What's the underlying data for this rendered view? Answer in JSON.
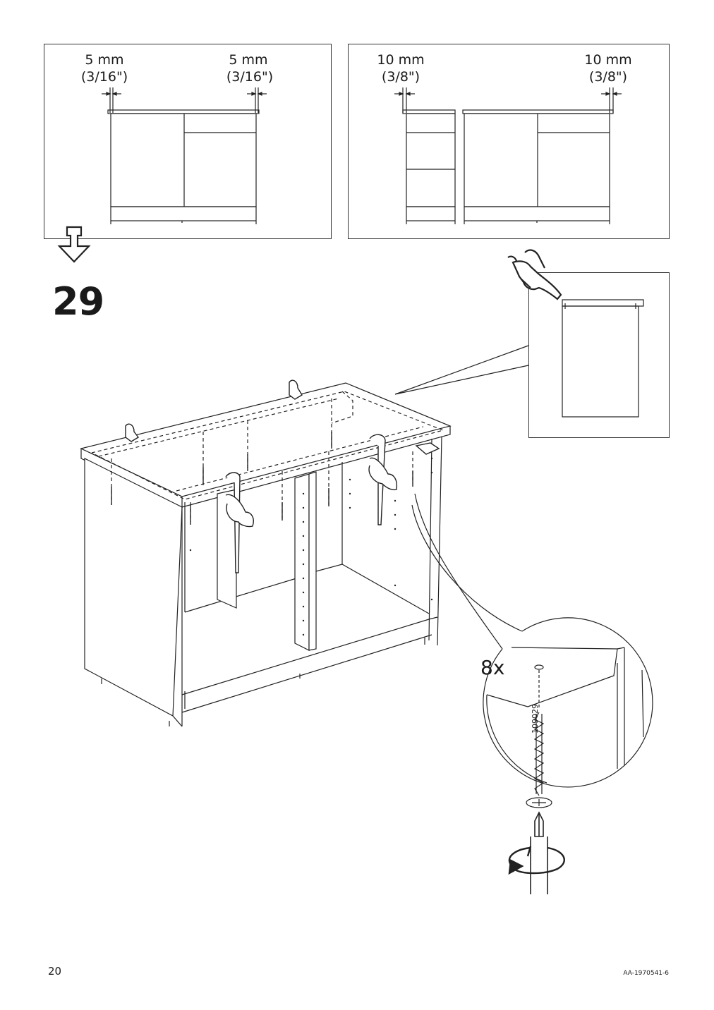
{
  "panel_left": {
    "dim_left_mm": "5 mm",
    "dim_left_in": "(3/16\")",
    "dim_right_mm": "5 mm",
    "dim_right_in": "(3/16\")"
  },
  "panel_right": {
    "dim_left_mm": "10 mm",
    "dim_left_in": "(3/8\")",
    "dim_right_mm": "10 mm",
    "dim_right_in": "(3/8\")"
  },
  "step": {
    "number": "29"
  },
  "detail": {
    "quantity": "8x",
    "part_number": "109029"
  },
  "footer": {
    "page_number": "20",
    "document_id": "AA-1970541-6"
  },
  "icons": [
    "down-arrow-icon",
    "pointing-hand-icon",
    "screw-icon",
    "screwdriver-icon",
    "rotate-arrow-icon",
    "clamp-icon"
  ]
}
